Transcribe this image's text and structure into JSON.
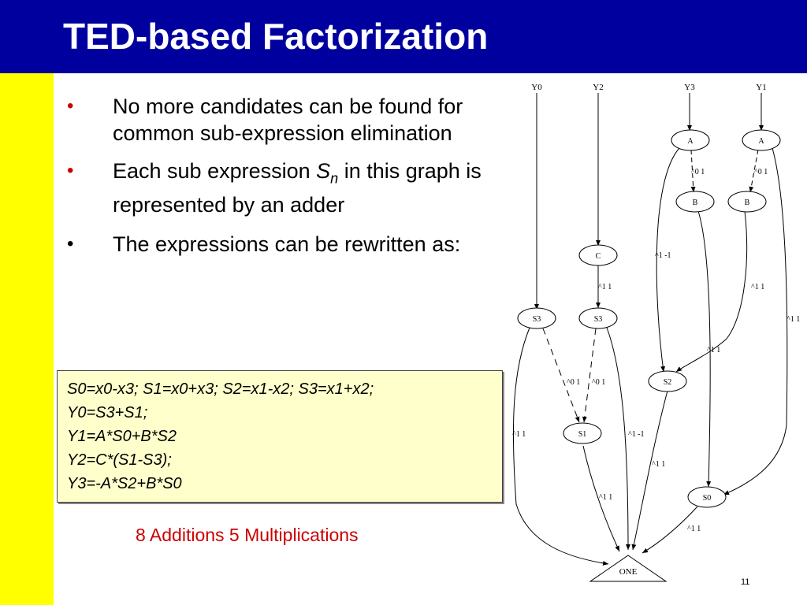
{
  "slide": {
    "title": "TED-based Factorization",
    "bullets": [
      {
        "text": "No more candidates can be found for common sub-expression elimination"
      },
      {
        "pre": "Each sub expression ",
        "var": "S",
        "sub": "n",
        "post": " in this graph is represented by an adder"
      },
      {
        "text": "The expressions can be rewritten as:"
      }
    ],
    "equations": [
      "S0=x0-x3;  S1=x0+x3;  S2=x1-x2;  S3=x1+x2;",
      "Y0=S3+S1;",
      "Y1=A*S0+B*S2",
      "Y2=C*(S1-S3);",
      "Y3=-A*S2+B*S0"
    ],
    "summary": "8 Additions 5 Multiplications",
    "page_number": "11"
  },
  "graph": {
    "roots": [
      "Y0",
      "Y2",
      "Y3",
      "Y1"
    ],
    "nodes": [
      "A",
      "A",
      "B",
      "B",
      "C",
      "S3",
      "S3",
      "S2",
      "S1",
      "S0",
      "ONE"
    ],
    "edge_labels": [
      "^0 1",
      "^0 1",
      "^1 -1",
      "^1 1",
      "^1 1",
      "^1 1",
      "^1 1",
      "^0 1",
      "^0 1",
      "^1 1",
      "^1 -1",
      "^1 1",
      "^1 1",
      "^1 1"
    ]
  },
  "colors": {
    "title_bar": "#00009e",
    "left_bar": "#ffff00",
    "bullet_red": "#cc0000",
    "box_bg": "#ffffcc"
  }
}
